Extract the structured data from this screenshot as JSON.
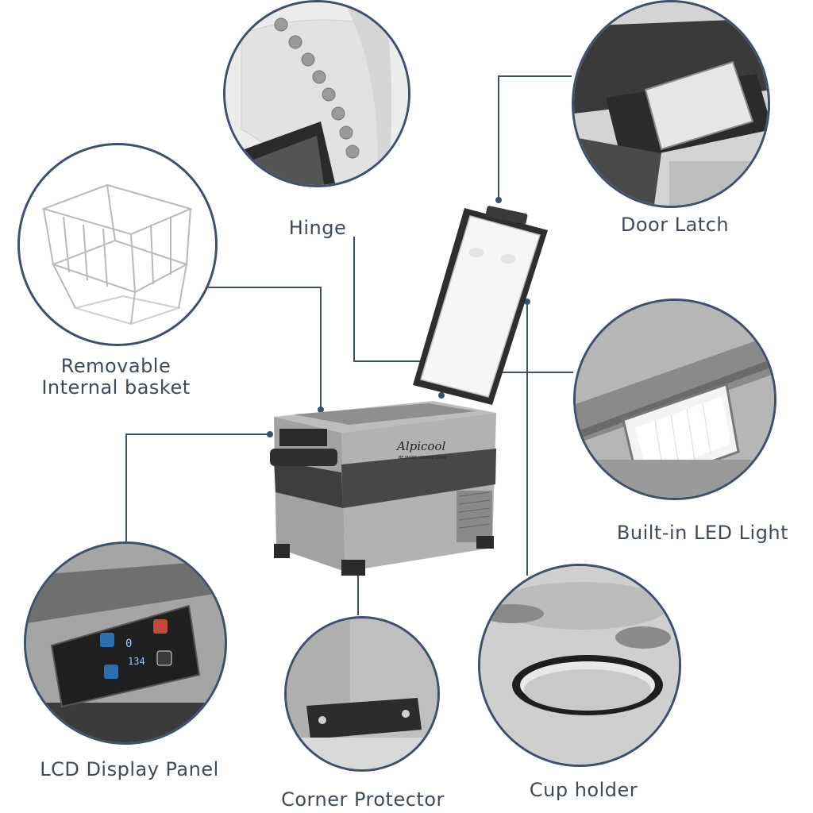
{
  "callouts": {
    "hinge": "Hinge",
    "door_latch": "Door Latch",
    "basket": "Removable\nInternal basket",
    "led_light": "Built-in LED Light",
    "lcd_panel": "LCD Display Panel",
    "corner_protector": "Corner Protector",
    "cup_holder": "Cup holder"
  },
  "product": {
    "brand": "Alpicool",
    "tagline": "BE MORE VOLTAIC COOL"
  },
  "colors": {
    "frame": "#3f5068",
    "label_text": "#3f4a57",
    "body_gray": "#a9a9a9",
    "band_dark": "#4a4a4a"
  }
}
